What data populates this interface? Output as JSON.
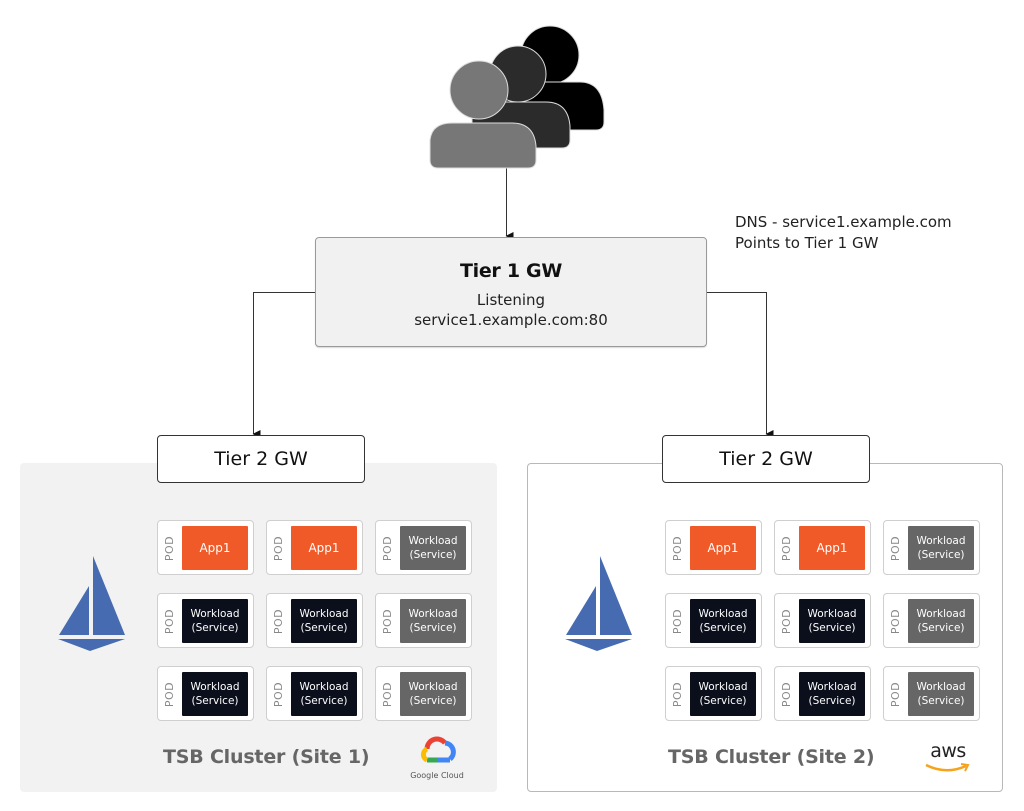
{
  "diagram": {
    "users": {
      "icon": "users-group-icon",
      "colors": [
        "#777777",
        "#2b2b2b",
        "#000000"
      ]
    },
    "tier1": {
      "title": "Tier 1 GW",
      "line1": "Listening",
      "line2": "service1.example.com:80"
    },
    "dns_note": {
      "line1": "DNS - service1.example.com",
      "line2": "Points to Tier 1 GW"
    },
    "clusters": [
      {
        "label": "TSB Cluster (Site 1)",
        "tier2": "Tier 2 GW",
        "provider": "Google Cloud",
        "provider_icon": "google-cloud-logo-icon",
        "mesh_icon": "istio-sail-icon",
        "pods": [
          [
            {
              "label": "POD",
              "text": "App1",
              "kind": "app"
            },
            {
              "label": "POD",
              "text": "App1",
              "kind": "app"
            },
            {
              "label": "POD",
              "text": "Workload (Service)",
              "kind": "gray"
            }
          ],
          [
            {
              "label": "POD",
              "text": "Workload (Service)",
              "kind": "dark"
            },
            {
              "label": "POD",
              "text": "Workload (Service)",
              "kind": "dark"
            },
            {
              "label": "POD",
              "text": "Workload (Service)",
              "kind": "gray"
            }
          ],
          [
            {
              "label": "POD",
              "text": "Workload (Service)",
              "kind": "dark"
            },
            {
              "label": "POD",
              "text": "Workload (Service)",
              "kind": "dark"
            },
            {
              "label": "POD",
              "text": "Workload (Service)",
              "kind": "gray"
            }
          ]
        ]
      },
      {
        "label": "TSB Cluster (Site 2)",
        "tier2": "Tier 2 GW",
        "provider": "aws",
        "provider_icon": "aws-logo-icon",
        "mesh_icon": "istio-sail-icon",
        "pods": [
          [
            {
              "label": "POD",
              "text": "App1",
              "kind": "app"
            },
            {
              "label": "POD",
              "text": "App1",
              "kind": "app"
            },
            {
              "label": "POD",
              "text": "Workload (Service)",
              "kind": "gray"
            }
          ],
          [
            {
              "label": "POD",
              "text": "Workload (Service)",
              "kind": "dark"
            },
            {
              "label": "POD",
              "text": "Workload (Service)",
              "kind": "dark"
            },
            {
              "label": "POD",
              "text": "Workload (Service)",
              "kind": "gray"
            }
          ],
          [
            {
              "label": "POD",
              "text": "Workload (Service)",
              "kind": "dark"
            },
            {
              "label": "POD",
              "text": "Workload (Service)",
              "kind": "dark"
            },
            {
              "label": "POD",
              "text": "Workload (Service)",
              "kind": "gray"
            }
          ]
        ]
      }
    ],
    "colors": {
      "app": "#f05a28",
      "workload_dark": "#0b0f1c",
      "workload_gray": "#666666",
      "istio_blue": "#466bb0",
      "aws_orange": "#f7a21b"
    }
  }
}
